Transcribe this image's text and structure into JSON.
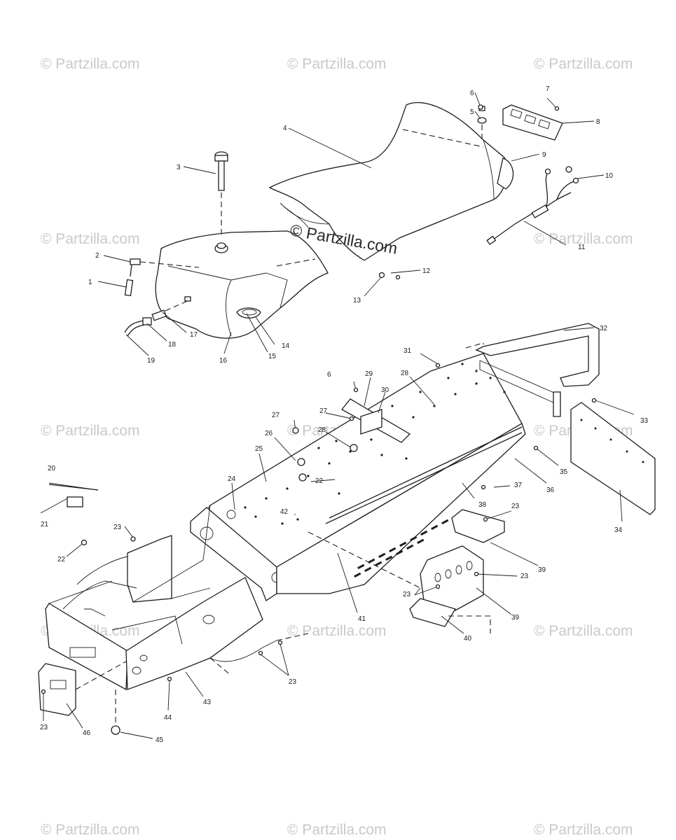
{
  "watermark": {
    "text": "© Partzilla.com",
    "center_text": "© Partzilla.com",
    "color": "#c9c9c9"
  },
  "callouts": {
    "c1": "1",
    "c2": "2",
    "c3": "3",
    "c4": "4",
    "c5": "5",
    "c6": "6",
    "c7": "7",
    "c8": "8",
    "c9": "9",
    "c10": "10",
    "c11": "11",
    "c12": "12",
    "c13": "13",
    "c14": "14",
    "c15": "15",
    "c16": "16",
    "c17": "17",
    "c18": "18",
    "c19": "19",
    "c20": "20",
    "c21": "21",
    "c22": "22",
    "c23": "23",
    "c24": "24",
    "c25": "25",
    "c26": "26",
    "c27": "27",
    "c28": "28",
    "c29": "29",
    "c30": "30",
    "c31": "31",
    "c32": "32",
    "c33": "33",
    "c34": "34",
    "c35": "35",
    "c36": "36",
    "c37": "37",
    "c38": "38",
    "c39": "39",
    "c40": "40",
    "c41": "41",
    "c42": "42",
    "c43": "43",
    "c44": "44",
    "c45": "45",
    "c46": "46"
  }
}
